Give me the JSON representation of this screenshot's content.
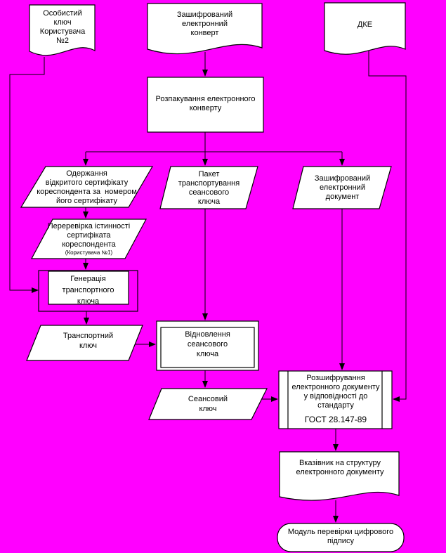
{
  "diagram": {
    "type": "flowchart",
    "language": "uk",
    "colors": {
      "background": "#ff00ff",
      "node_fill": "#ffffff",
      "stroke": "#000000",
      "text": "#000000"
    },
    "nodes": {
      "personal_key": {
        "shape": "document",
        "label": "Особистий\nключ\nКористувача\n№2"
      },
      "encrypted_envelope": {
        "shape": "document",
        "label": "Зашифрований\nелектронний\nконверт"
      },
      "dke": {
        "shape": "document",
        "label": "ДКЕ"
      },
      "unpack_envelope": {
        "shape": "process",
        "label": "Розпакування електронного\nконверту"
      },
      "get_certificate": {
        "shape": "data",
        "label": "Одержання\nвідкритого сертифікату\nкореспондента за  номером\nйого сертифікату"
      },
      "transport_package": {
        "shape": "data",
        "label": "Пакет\nтранспортування\nсеансового\nключа"
      },
      "encrypted_document": {
        "shape": "data",
        "label": "Зашифрований\nелектронний\nдокумент"
      },
      "verify_certificate": {
        "shape": "data",
        "label": "Переревірка істинності\nсертифіката\nкореспондента",
        "sublabel": "(Користувача №1)"
      },
      "generate_transport_key": {
        "shape": "predefined-process",
        "label": "Генерація\nтранспортного\nключа"
      },
      "transport_key": {
        "shape": "data",
        "label": "Транспортний\nключ"
      },
      "restore_session_key": {
        "shape": "predefined-process",
        "label": "Відновлення\nсеансового\nключа"
      },
      "session_key": {
        "shape": "data",
        "label": "Сеансовий\nключ"
      },
      "decrypt_document": {
        "shape": "predefined-process",
        "label": "Розшифрування\nелектронного документу\nу відповідності до\nстандарту",
        "sublabel": "ГОСТ 28.147-89"
      },
      "structure_pointer": {
        "shape": "document",
        "label": "Вказівник на структуру\nелектронного документу"
      },
      "signature_module": {
        "shape": "terminator",
        "label": "Модуль перевірки цифрового\nпідпису"
      }
    }
  }
}
